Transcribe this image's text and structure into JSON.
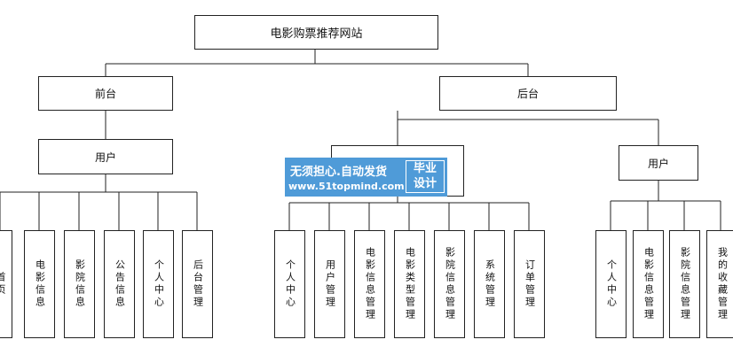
{
  "diagram": {
    "root": "电影购票推荐网站",
    "front": {
      "label": "前台",
      "user": "用户",
      "items": [
        "首页",
        "电影信息",
        "影院信息",
        "公告信息",
        "个人中心",
        "后台管理"
      ]
    },
    "back": {
      "label": "后台",
      "admin_items": [
        "个人中心",
        "用户管理",
        "电影信息管理",
        "电影类型管理",
        "影院信息管理",
        "系统管理",
        "订单管理"
      ],
      "user": "用户",
      "user_items": [
        "个人中心",
        "电影信息管理",
        "影院信息管理",
        "我的收藏管理"
      ]
    }
  },
  "watermark": {
    "line1": "无须担心.自动发货",
    "line2": "www.51topmind.com",
    "badge_line1": "毕业",
    "badge_line2": "设计"
  }
}
